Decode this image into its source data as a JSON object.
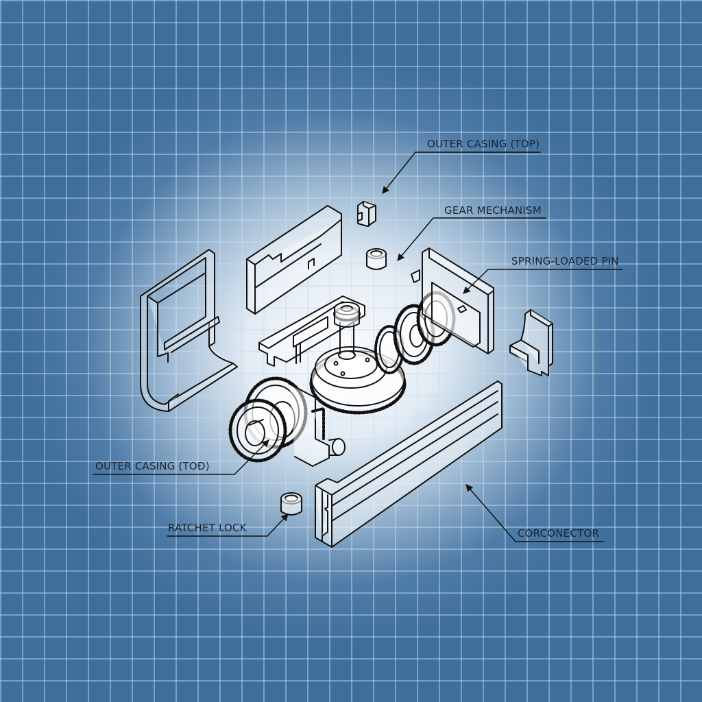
{
  "diagram": {
    "type": "exploded-isometric-technical-drawing",
    "style": "blueprint",
    "colors": {
      "background_edge": "#3e6e9c",
      "background_center": "#f4f8fc",
      "grid_line": "#c8dcf0",
      "ink": "#111111"
    },
    "callouts": [
      {
        "id": "outer-casing-top-upper",
        "label": "OUTER CASING (TOP)"
      },
      {
        "id": "gear-mechanism",
        "label": "GEAR MECHANISM"
      },
      {
        "id": "spring-loaded-pin",
        "label": "SPRING-LOADED PIN"
      },
      {
        "id": "outer-casing-top-lower",
        "label": "OUTER CASING (TOĐ)"
      },
      {
        "id": "ratchet-lock",
        "label": "RATCHET LOCK"
      },
      {
        "id": "corconector",
        "label": "CORCONECTOR"
      }
    ],
    "parts": [
      "left-casing-frame",
      "top-cover-plate",
      "small-clip",
      "bushing-upper",
      "gear-carrier-block",
      "main-bevel-gear-with-shaft",
      "spur-gear-cluster-right",
      "right-end-plate",
      "corner-bracket",
      "spur-gear-cluster-left",
      "ratchet-bushing",
      "long-rail-connector"
    ]
  }
}
